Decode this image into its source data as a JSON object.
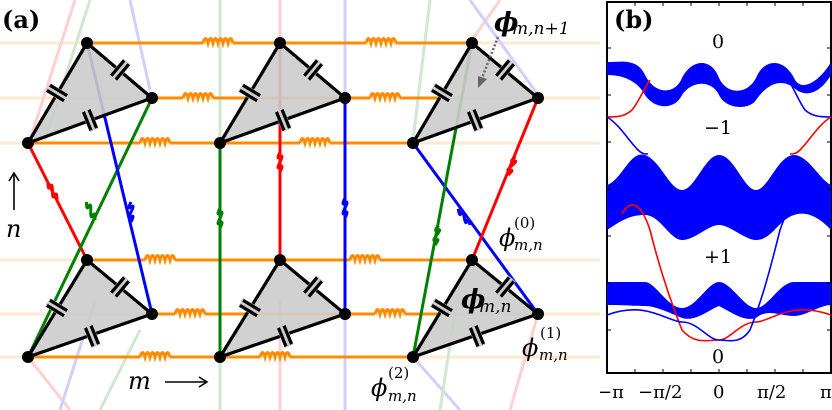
{
  "panel_a": {
    "label": "(a)",
    "axis_n_label": "n",
    "axis_m_label": "m",
    "phi_top_label": "ϕ",
    "phi_top_sub": "m,n+1",
    "phi_center_label": "ϕ",
    "phi_center_sub": "m,n",
    "phi0_label": "ϕ",
    "phi0_sup": "(0)",
    "phi0_sub": "m,n",
    "phi1_label": "ϕ",
    "phi1_sup": "(1)",
    "phi1_sub": "m,n",
    "phi2_label": "ϕ",
    "phi2_sup": "(2)",
    "phi2_sub": "m,n",
    "colors": {
      "horizontal_link": "#ff8c00",
      "red_link": "#ff0000",
      "green_link": "#008000",
      "blue_link": "#0000ff",
      "triangle_fill": "#cccccc",
      "node": "#000000"
    }
  },
  "panel_b": {
    "label": "(b)",
    "gap_labels": [
      "0",
      "−1",
      "+1",
      "0"
    ],
    "x_ticks": [
      "−π",
      "−π/2",
      "0",
      "π/2",
      "π"
    ],
    "colors": {
      "band": "#0000ff",
      "edge_red": "#ff0000",
      "edge_blue": "#0000ff"
    }
  },
  "chart_data": {
    "type": "line",
    "title": "",
    "xlabel": "",
    "ylabel": "",
    "x_ticks": [
      "-π",
      "-π/2",
      "0",
      "π/2",
      "π"
    ],
    "xlim": [
      -3.1416,
      3.1416
    ],
    "bands": [
      {
        "name": "upper bulk band",
        "shape": "wavy band, period π/... with 3 minima",
        "y_center_frac": 0.13
      },
      {
        "name": "middle bulk band",
        "y_center_frac": 0.46
      },
      {
        "name": "lower bulk band",
        "y_center_frac": 0.76
      }
    ],
    "edge_states": [
      {
        "name": "edge state red",
        "color": "#ff0000"
      },
      {
        "name": "edge state blue",
        "color": "#0000ff"
      }
    ],
    "gap_chern_labels": [
      "0",
      "-1",
      "+1",
      "0"
    ],
    "legend": []
  }
}
